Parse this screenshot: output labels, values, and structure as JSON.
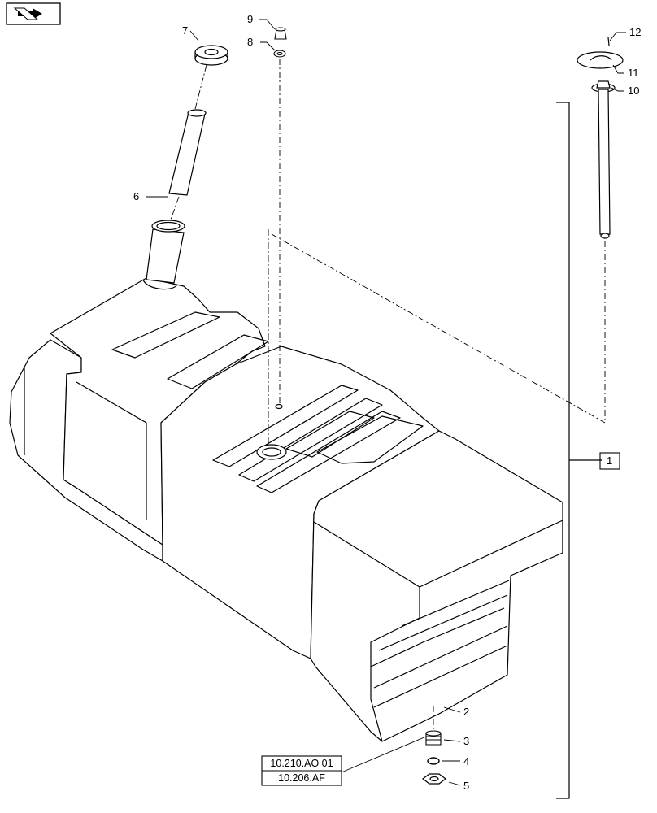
{
  "callouts": {
    "c1": "1",
    "c2": "2",
    "c3": "3",
    "c4": "4",
    "c5": "5",
    "c6": "6",
    "c7": "7",
    "c8": "8",
    "c9": "9",
    "c10": "10",
    "c11": "11",
    "c12": "12"
  },
  "references": {
    "ref1": "10.210.AO 01",
    "ref2": "10.206.AF"
  },
  "icons": {
    "nav": "nav-arrow-icon"
  },
  "colors": {
    "line": "#000000",
    "background": "#ffffff"
  }
}
